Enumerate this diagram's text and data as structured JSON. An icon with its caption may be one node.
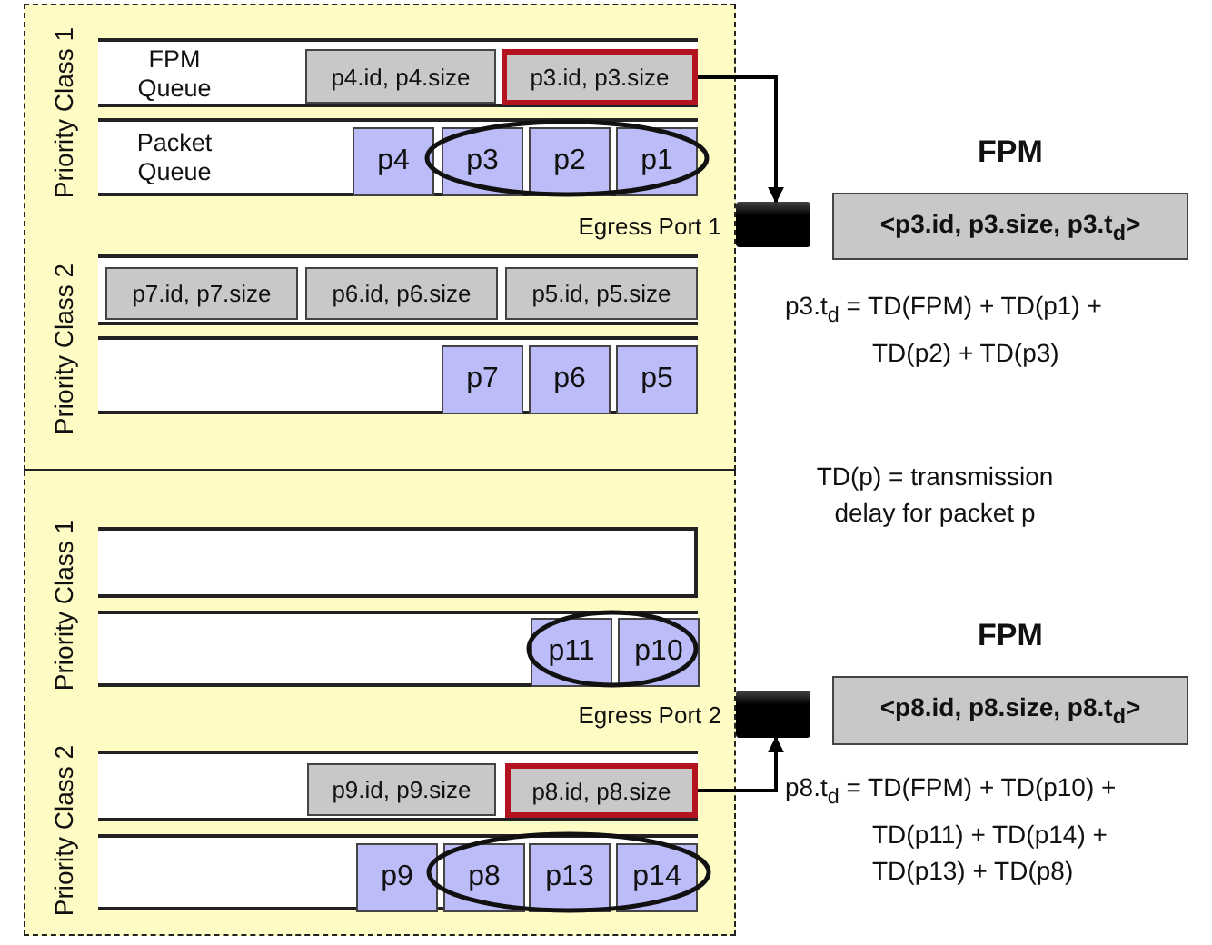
{
  "diagram": {
    "nodes": [
      {
        "text": [],
        "shape": "box"
      },
      {
        "text": [
          "FPM Queue"
        ],
        "in": 0
      },
      {
        "text": [
          "p4.id, p4.size"
        ],
        "in": 1
      },
      {
        "text": [
          "p3.id, p3.size"
        ],
        "in": 1
      },
      {
        "text": [
          "Packet Queue"
        ],
        "in": 0
      },
      {
        "text": [
          "p4"
        ],
        "in": 4
      },
      {
        "text": [
          "p3"
        ],
        "in": 4
      },
      {
        "text": [
          "p2"
        ],
        "in": 4
      },
      {
        "text": [
          "p1"
        ],
        "in": 4
      },
      {
        "text": [],
        "shape": "box",
        "in": 0
      },
      {
        "text": [
          "p7.id, p7.size"
        ],
        "in": 9
      },
      {
        "text": [
          "p6.id, p6.size"
        ],
        "in": 9
      },
      {
        "text": [
          "p5.id, p5.size"
        ],
        "in": 9
      },
      {
        "text": [],
        "shape": "box",
        "in": 0
      },
      {
        "text": [
          "p7"
        ],
        "in": 13
      },
      {
        "text": [
          "p6"
        ],
        "in": 13
      },
      {
        "text": [
          "p5"
        ],
        "in": 13
      },
      {
        "text": [],
        "shape": "box",
        "beside": [
          "Egress Port 1"
        ]
      },
      {
        "text": [
          "FPM",
          "<p3.id, p3.size, p3.t$_{d}$>"
        ]
      },
      {
        "text": [],
        "shape": "box"
      },
      {
        "text": [],
        "shape": "box",
        "in": 19
      },
      {
        "text": [],
        "shape": "box",
        "in": 19
      },
      {
        "text": [
          "p11"
        ],
        "in": 21
      },
      {
        "text": [
          "p10"
        ],
        "in": 21
      },
      {
        "text": [],
        "shape": "box",
        "in": 19
      },
      {
        "text": [
          "p9.id, p9.size"
        ],
        "in": 24
      },
      {
        "text": [
          "p8.id, p8.size"
        ],
        "in": 24
      },
      {
        "text": [],
        "shape": "box",
        "in": 19
      },
      {
        "text": [
          "p9"
        ],
        "in": 27
      },
      {
        "text": [
          "p8"
        ],
        "in": 27
      },
      {
        "text": [
          "p13"
        ],
        "in": 27
      },
      {
        "text": [
          "p14"
        ],
        "in": 27
      },
      {
        "text": [],
        "shape": "box",
        "beside": [
          "Egress Port 2"
        ]
      },
      {
        "text": [
          "FPM",
          "<p8.id, p8.size, p8.t$_{d}$>"
        ]
      }
    ],
    "edges": [
      {
        "from": 3,
        "to": 17,
        "arrow": "to"
      },
      {
        "from": 26,
        "to": 32,
        "arrow": "to"
      }
    ],
    "labels": [
      "Priority Class 1",
      "Priority Class 2",
      "p3.t$_{d}$ = TD(FPM) + TD(p1) + TD(p2) + TD(p3)",
      "TD(p) = transmission delay for packet p",
      "Priority Class 1",
      "Priority Class 2",
      "p8.t$_{d}$ = TD(FPM) + TD(p10) + TD(p11) + TD(p14) + TD(p13) + TD(p8)"
    ]
  }
}
